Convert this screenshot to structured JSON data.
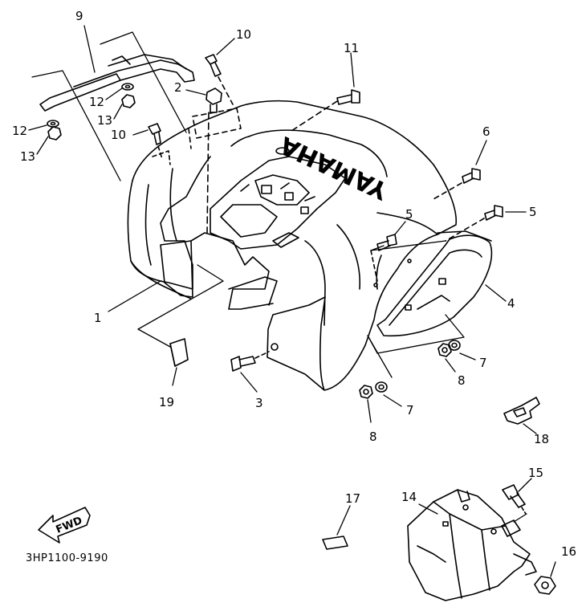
{
  "diagram": {
    "part_code": "3HP1100-9190",
    "brand_mark": "YAMAHA",
    "fwd_label": "FWD",
    "callouts": [
      {
        "id": "c1",
        "text": "1"
      },
      {
        "id": "c2",
        "text": "2"
      },
      {
        "id": "c3",
        "text": "3"
      },
      {
        "id": "c4",
        "text": "4"
      },
      {
        "id": "c5a",
        "text": "5"
      },
      {
        "id": "c5b",
        "text": "5"
      },
      {
        "id": "c6",
        "text": "6"
      },
      {
        "id": "c7a",
        "text": "7"
      },
      {
        "id": "c7b",
        "text": "7"
      },
      {
        "id": "c8a",
        "text": "8"
      },
      {
        "id": "c8b",
        "text": "8"
      },
      {
        "id": "c9",
        "text": "9"
      },
      {
        "id": "c10a",
        "text": "10"
      },
      {
        "id": "c10b",
        "text": "10"
      },
      {
        "id": "c11",
        "text": "11"
      },
      {
        "id": "c12a",
        "text": "12"
      },
      {
        "id": "c12b",
        "text": "12"
      },
      {
        "id": "c13a",
        "text": "13"
      },
      {
        "id": "c13b",
        "text": "13"
      },
      {
        "id": "c14",
        "text": "14"
      },
      {
        "id": "c15",
        "text": "15"
      },
      {
        "id": "c16",
        "text": "16"
      },
      {
        "id": "c17",
        "text": "17"
      },
      {
        "id": "c18",
        "text": "18"
      },
      {
        "id": "c19",
        "text": "19"
      }
    ]
  }
}
